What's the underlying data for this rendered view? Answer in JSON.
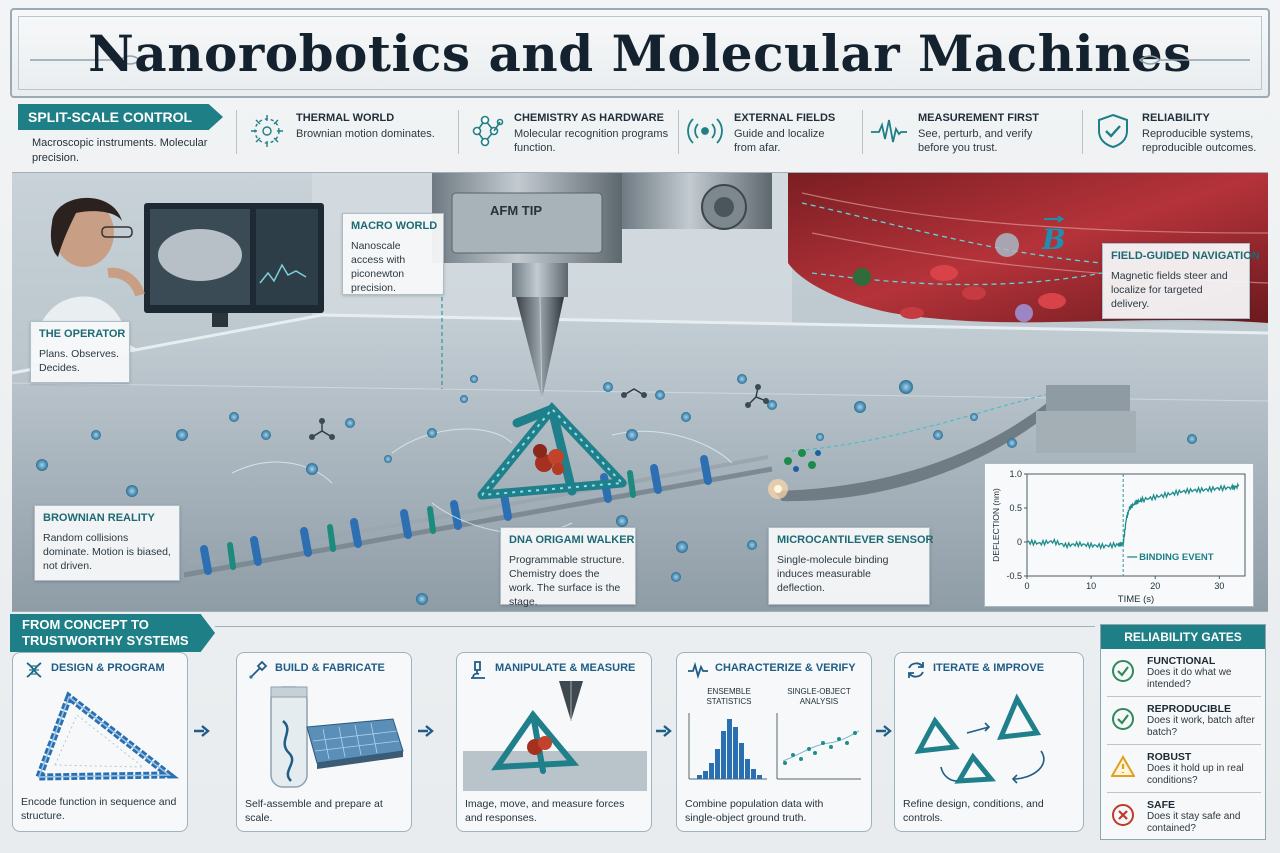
{
  "title": "Nanorobotics and Molecular Machines",
  "header": {
    "ribbon": "SPLIT-SCALE CONTROL",
    "ribbon_sub": "Macroscopic instruments. Molecular precision.",
    "features": [
      {
        "title": "THERMAL WORLD",
        "text": "Brownian motion dominates.",
        "icon": "atom-spark-icon"
      },
      {
        "title": "CHEMISTRY AS HARDWARE",
        "text": "Molecular recognition programs function.",
        "icon": "molecule-icon"
      },
      {
        "title": "EXTERNAL FIELDS",
        "text": "Guide and localize from afar.",
        "icon": "field-waves-icon"
      },
      {
        "title": "MEASUREMENT FIRST",
        "text": "See, perturb, and verify before you trust.",
        "icon": "signal-pulse-icon"
      },
      {
        "title": "RELIABILITY",
        "text": "Reproducible systems, reproducible outcomes.",
        "icon": "shield-check-icon"
      }
    ]
  },
  "hero": {
    "afm_label": "AFM TIP",
    "field_symbol": "B",
    "callouts": {
      "macro": {
        "title": "MACRO WORLD",
        "text": "Nanoscale access with piconewton precision."
      },
      "operator": {
        "title": "THE OPERATOR",
        "text": "Plans. Observes. Decides."
      },
      "field": {
        "title": "FIELD-GUIDED NAVIGATION",
        "text": "Magnetic fields steer and localize for targeted delivery."
      },
      "brownian": {
        "title": "BROWNIAN REALITY",
        "text": "Random collisions dominate. Motion is biased, not driven."
      },
      "walker": {
        "title": "DNA ORIGAMI WALKER",
        "text": "Programmable structure. Chemistry does the work. The surface is the stage."
      },
      "sensor": {
        "title": "MICROCANTILEVER SENSOR",
        "text": "Single-molecule binding induces measurable deflection."
      }
    }
  },
  "chart_data": {
    "type": "line",
    "xlabel": "TIME (s)",
    "ylabel": "DEFLECTION (nm)",
    "xlim": [
      0,
      34
    ],
    "ylim": [
      -0.5,
      1.0
    ],
    "xticks": [
      "0",
      "10",
      "20",
      "30"
    ],
    "yticks": [
      "1.0",
      "0.5",
      "0",
      "-0.5"
    ],
    "annotation": "BINDING EVENT",
    "event_x": 15,
    "x": [
      0,
      2,
      4,
      6,
      8,
      10,
      12,
      14,
      15,
      15.5,
      16,
      17,
      18,
      20,
      22,
      24,
      26,
      28,
      30,
      32,
      33
    ],
    "y": [
      0.0,
      -0.02,
      0.01,
      -0.05,
      -0.03,
      -0.05,
      -0.06,
      -0.04,
      -0.03,
      0.35,
      0.5,
      0.58,
      0.62,
      0.66,
      0.7,
      0.74,
      0.76,
      0.77,
      0.79,
      0.8,
      0.82
    ]
  },
  "bottom": {
    "ribbon": "FROM CONCEPT TO TRUSTWORTHY SYSTEMS",
    "steps": [
      {
        "title": "DESIGN & PROGRAM",
        "text": "Encode function in sequence and structure.",
        "icon": "dna-icon"
      },
      {
        "title": "BUILD & FABRICATE",
        "text": "Self-assemble and prepare at scale.",
        "icon": "pipette-icon"
      },
      {
        "title": "MANIPULATE & MEASURE",
        "text": "Image, move, and measure forces and responses.",
        "icon": "microscope-icon"
      },
      {
        "title": "CHARACTERIZE & VERIFY",
        "text": "Combine population data with single-object ground truth.",
        "icon": "pulse-icon",
        "panels": [
          "ENSEMBLE STATISTICS",
          "SINGLE-OBJECT ANALYSIS"
        ]
      },
      {
        "title": "ITERATE & IMPROVE",
        "text": "Refine design, conditions, and controls.",
        "icon": "refresh-icon"
      }
    ]
  },
  "gates": {
    "title": "RELIABILITY GATES",
    "items": [
      {
        "title": "FUNCTIONAL",
        "text": "Does it do what we intended?",
        "icon": "check-circle-icon",
        "color": "#2f8a5c"
      },
      {
        "title": "REPRODUCIBLE",
        "text": "Does it work, batch after batch?",
        "icon": "check-circle-icon",
        "color": "#2f8a5c"
      },
      {
        "title": "ROBUST",
        "text": "Does it hold up in real conditions?",
        "icon": "warning-icon",
        "color": "#e0a020"
      },
      {
        "title": "SAFE",
        "text": "Does it stay safe and contained?",
        "icon": "x-circle-icon",
        "color": "#c0392b"
      }
    ]
  },
  "colors": {
    "accent": "#1e7f86",
    "step_title": "#1f5c86",
    "trace": "#1f8c8c"
  }
}
